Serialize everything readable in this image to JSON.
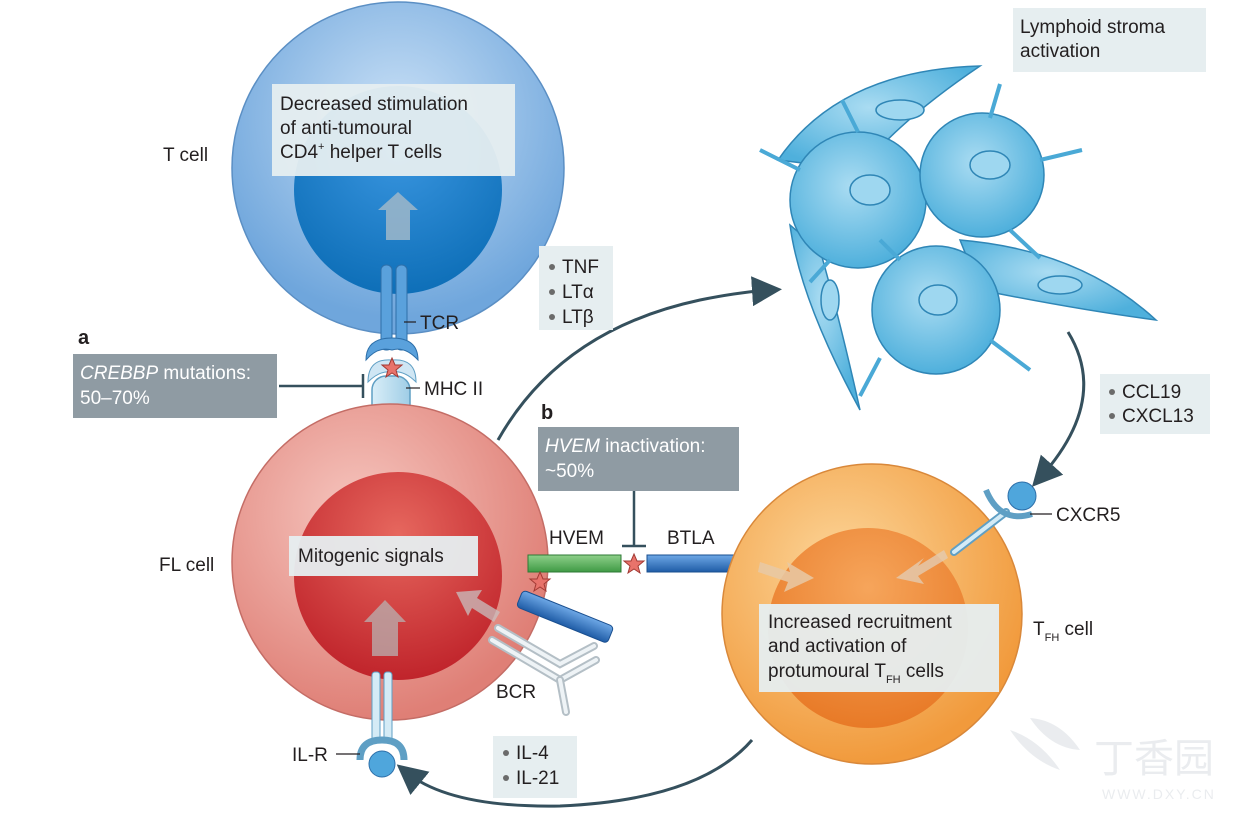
{
  "panels": {
    "a": "a",
    "b": "b"
  },
  "cells": {
    "t_cell": "T cell",
    "fl_cell": "FL cell",
    "tfh_cell_main": "T",
    "tfh_cell_sub": "FH",
    "tfh_cell_suffix": " cell"
  },
  "receptors": {
    "tcr": "TCR",
    "mhc2": "MHC II",
    "hvem": "HVEM",
    "btla": "BTLA",
    "bcr": "BCR",
    "ilr": "IL-R",
    "cxcr5": "CXCR5"
  },
  "boxes": {
    "tcell_effect": [
      "Decreased stimulation",
      "of anti-tumoural",
      "CD4",
      "+",
      " helper T cells"
    ],
    "mitogenic": "Mitogenic signals",
    "stroma": [
      "Lymphoid stroma",
      "activation"
    ],
    "tfh_effect": [
      "Increased recruitment",
      "and activation of",
      "protumoural  T",
      "FH",
      " cells"
    ],
    "crebbp_gene": "CREBBP",
    "crebbp_rest": " mutations:",
    "crebbp_freq": "50–70%",
    "hvem_gene": "HVEM",
    "hvem_rest": " inactivation:",
    "hvem_freq": "~50%"
  },
  "cytokine_lists": {
    "stroma_inducers": [
      "TNF",
      "LTα",
      "LTβ"
    ],
    "chemokines": [
      "CCL19",
      "CXCL13"
    ],
    "interleukins": [
      "IL-4",
      "IL-21"
    ]
  },
  "watermark": {
    "brand": "丁香园",
    "url": "WWW.DXY.CN"
  },
  "colors": {
    "t_cell": "#7aaee0",
    "fl_cell": "#e8928a",
    "tfh_cell": "#f3a24f",
    "stroma": "#5fb6dc",
    "hvem_bar": "#5aa85a",
    "btla_bar": "#2e6fb8",
    "grey_box": "#8f9ba3",
    "label_box": "#e6eef0",
    "arrow": "#35505d"
  }
}
